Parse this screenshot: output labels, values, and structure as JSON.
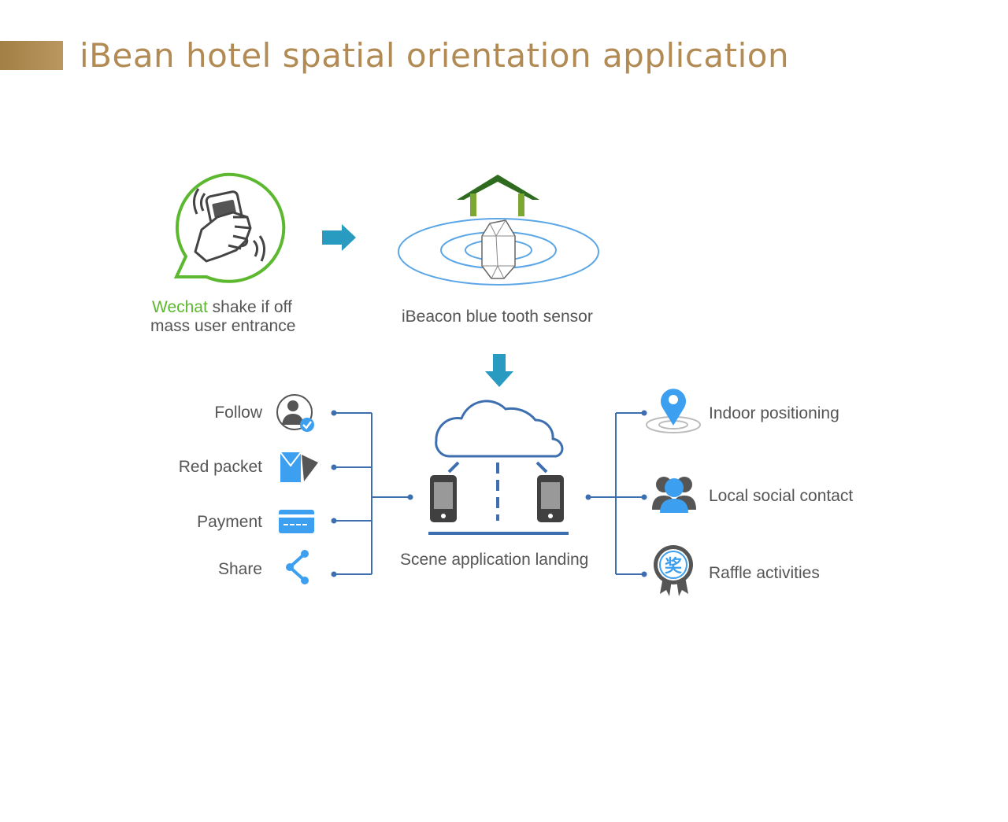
{
  "title": "iBean hotel spatial orientation application",
  "colors": {
    "title": "#b28b54",
    "accent_bar": "#a27f44",
    "wechat_green": "#5cb82e",
    "arrow_teal": "#2a9bc0",
    "line_blue": "#3d6fb0",
    "icon_blue": "#3d9ff0",
    "house_green": "#2e6b1e"
  },
  "wechat": {
    "highlight": "Wechat",
    "line1_rest": " shake if off",
    "line2": "mass user entrance",
    "icon": "shaking-hand-phone-icon"
  },
  "beacon": {
    "label": "iBeacon blue tooth sensor",
    "icon": "ibeacon-sensor-icon"
  },
  "center": {
    "label": "Scene application landing",
    "icon": "cloud-phones-icon"
  },
  "left_items": [
    {
      "label": "Follow",
      "icon": "follow-user-icon"
    },
    {
      "label": "Red packet",
      "icon": "red-packet-icon"
    },
    {
      "label": "Payment",
      "icon": "payment-card-icon"
    },
    {
      "label": "Share",
      "icon": "share-icon"
    }
  ],
  "right_items": [
    {
      "label": "Indoor positioning",
      "icon": "location-pin-icon"
    },
    {
      "label": "Local social contact",
      "icon": "people-icon"
    },
    {
      "label": "Raffle activities",
      "icon": "prize-badge-icon"
    }
  ],
  "raffle_badge_char": "奖"
}
